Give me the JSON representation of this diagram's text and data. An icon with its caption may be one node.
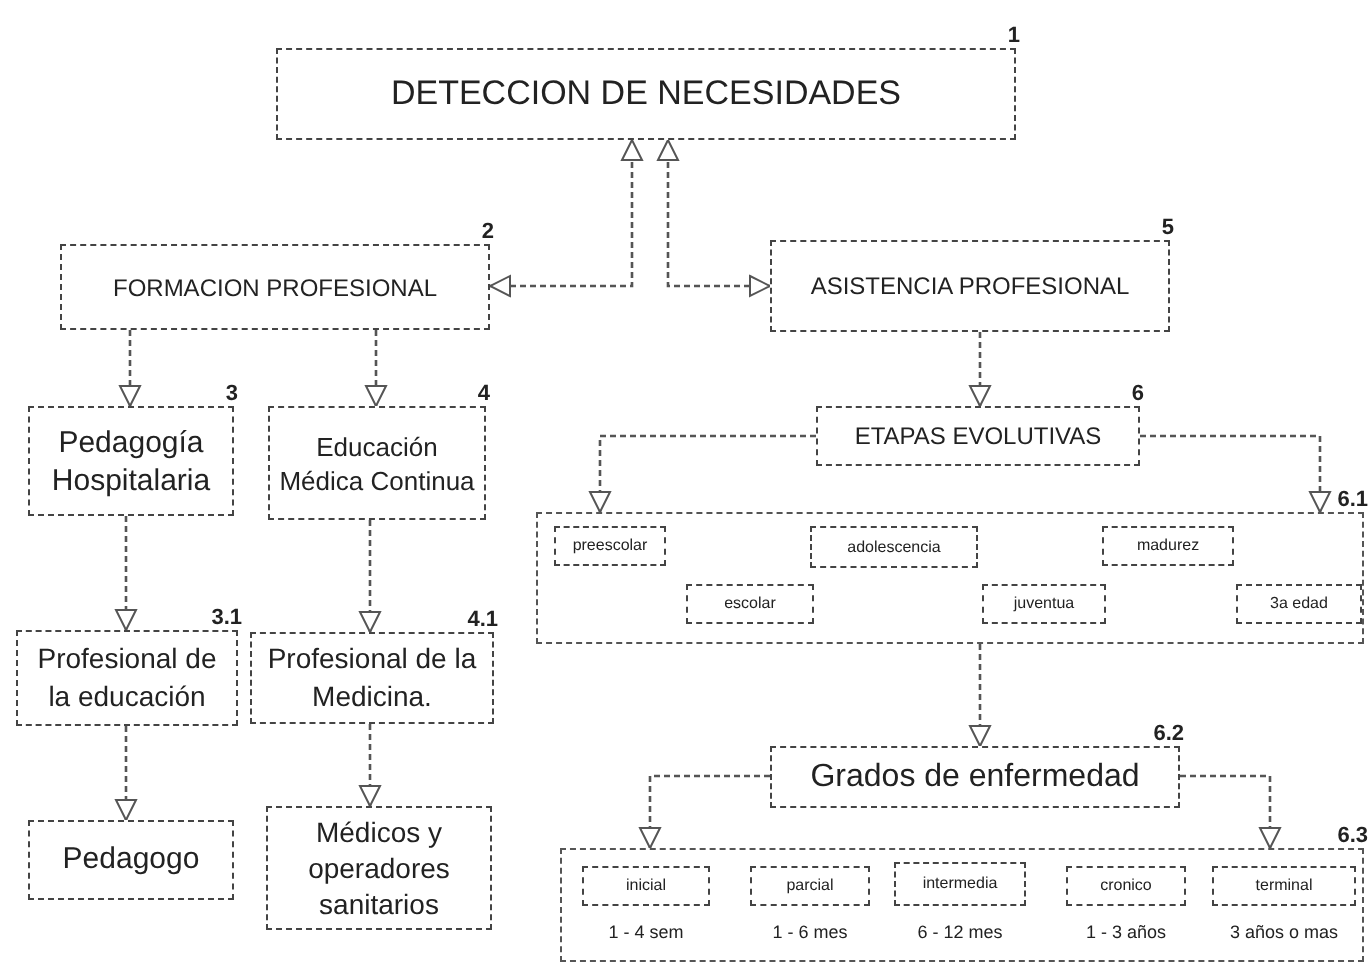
{
  "diagram": {
    "nodes": [
      {
        "text": [
          "DETECCION DE NECESIDADES"
        ],
        "beside": [
          "1"
        ]
      },
      {
        "text": [
          "FORMACION PROFESIONAL"
        ],
        "beside": [
          "2"
        ]
      },
      {
        "text": [
          "ASISTENCIA PROFESIONAL"
        ],
        "beside": [
          "5"
        ]
      },
      {
        "text": [
          "Pedagogía Hospitalaria"
        ],
        "beside": [
          "3"
        ]
      },
      {
        "text": [
          "Educación Médica Continua"
        ],
        "beside": [
          "4"
        ]
      },
      {
        "text": [
          "Profesional de la educación"
        ],
        "beside": [
          "3.1"
        ]
      },
      {
        "text": [
          "Profesional de la Medicina."
        ],
        "beside": [
          "4.1"
        ]
      },
      {
        "text": [
          "Pedagogo"
        ]
      },
      {
        "text": [
          "Médicos y operadores sanitarios"
        ]
      },
      {
        "text": [
          "ETAPAS EVOLUTIVAS"
        ],
        "beside": [
          "6"
        ]
      },
      {
        "text": [],
        "shape": "box",
        "beside": [
          "6.1"
        ]
      },
      {
        "text": [
          "preescolar"
        ],
        "in": 10
      },
      {
        "text": [
          "adolescencia"
        ],
        "in": 10
      },
      {
        "text": [
          "madurez"
        ],
        "in": 10
      },
      {
        "text": [
          "escolar"
        ],
        "in": 10
      },
      {
        "text": [
          "juventua"
        ],
        "in": 10
      },
      {
        "text": [
          "3a edad"
        ],
        "in": 10
      },
      {
        "text": [
          "Grados de enfermedad"
        ],
        "beside": [
          "6.2"
        ]
      },
      {
        "text": [],
        "shape": "box",
        "beside": [
          "6.3"
        ]
      },
      {
        "text": [
          "inicial"
        ],
        "in": 18,
        "beside": [
          "1 - 4 sem"
        ]
      },
      {
        "text": [
          "parcial"
        ],
        "in": 18,
        "beside": [
          "1 - 6 mes"
        ]
      },
      {
        "text": [
          "intermedia"
        ],
        "in": 18,
        "beside": [
          "6 - 12 mes"
        ]
      },
      {
        "text": [
          "cronico"
        ],
        "in": 18,
        "beside": [
          "1 - 3 años"
        ]
      },
      {
        "text": [
          "terminal"
        ],
        "in": 18,
        "beside": [
          "3 años o mas"
        ]
      }
    ],
    "edges": [
      {
        "from": 1,
        "to": 0,
        "arrow": "both"
      },
      {
        "from": 2,
        "to": 0,
        "arrow": "both"
      },
      {
        "from": 1,
        "to": 3,
        "arrow": "to"
      },
      {
        "from": 1,
        "to": 4,
        "arrow": "to"
      },
      {
        "from": 2,
        "to": 9,
        "arrow": "to"
      },
      {
        "from": 9,
        "to": 10,
        "arrow": "to"
      },
      {
        "from": 9,
        "to": 10,
        "arrow": "to"
      },
      {
        "from": 3,
        "to": 5,
        "arrow": "to"
      },
      {
        "from": 4,
        "to": 6,
        "arrow": "to"
      },
      {
        "from": 5,
        "to": 7,
        "arrow": "to"
      },
      {
        "from": 6,
        "to": 8,
        "arrow": "to"
      },
      {
        "from": 10,
        "to": 17,
        "arrow": "to"
      },
      {
        "from": 17,
        "to": 18,
        "arrow": "to"
      },
      {
        "from": 17,
        "to": 18,
        "arrow": "to"
      }
    ]
  }
}
